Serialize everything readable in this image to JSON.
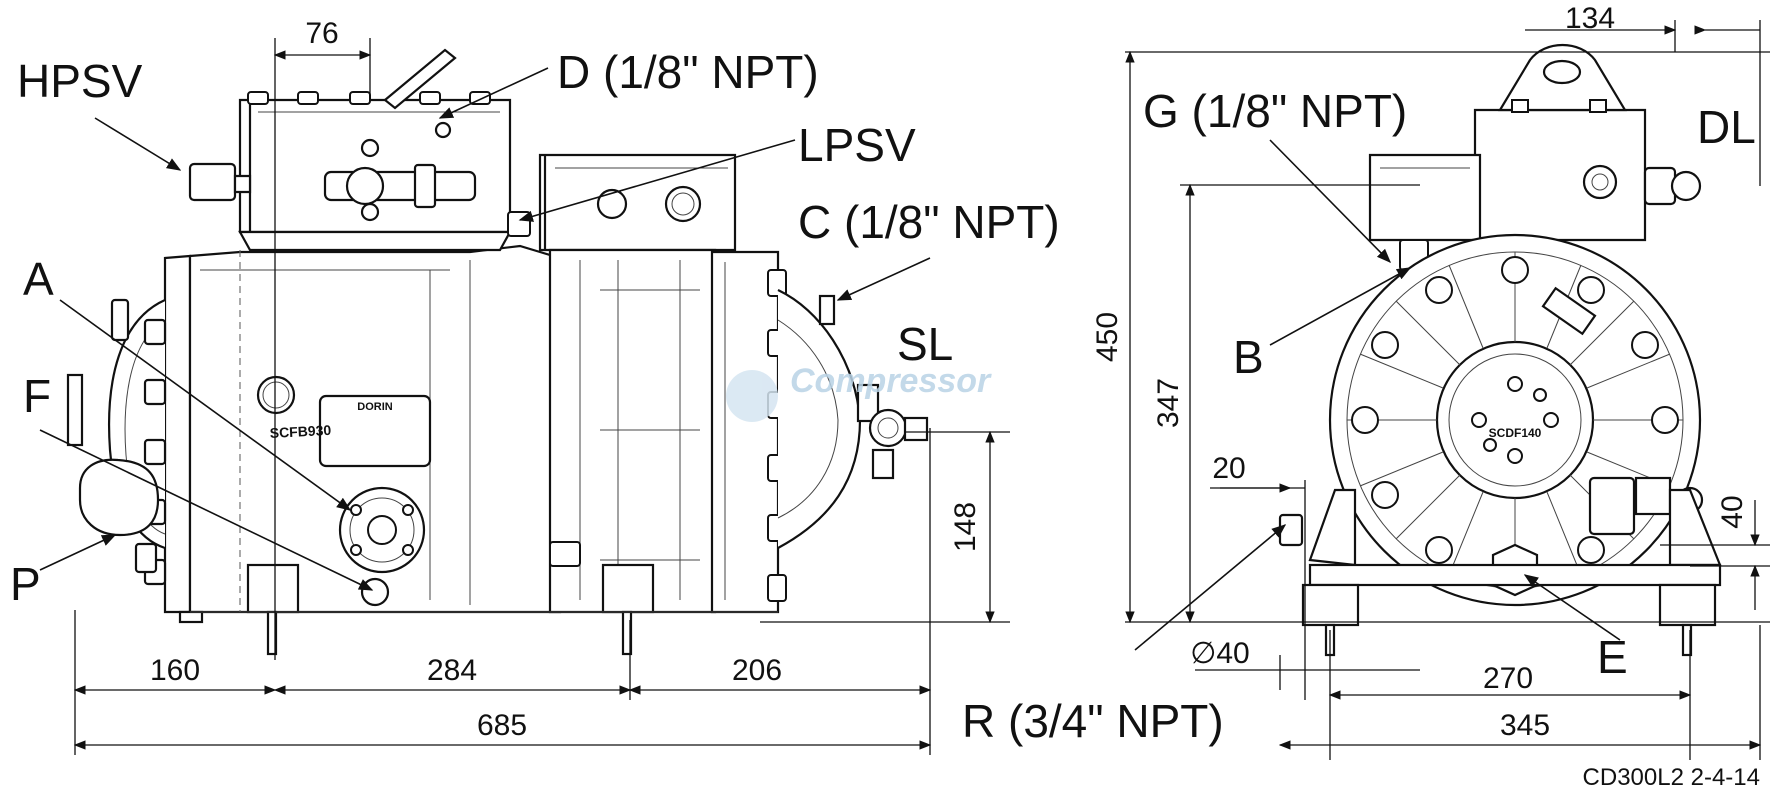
{
  "labels": {
    "hpsv": "HPSV",
    "d_port": "D (1/8\" NPT)",
    "lpsv": "LPSV",
    "c_port": "C (1/8\" NPT)",
    "a": "A",
    "f": "F",
    "p": "P",
    "sl": "SL",
    "g_port": "G (1/8\" NPT)",
    "dl": "DL",
    "b": "B",
    "e": "E",
    "r_port": "R (3/4\" NPT)"
  },
  "dimensions": {
    "top_76": "76",
    "w_160": "160",
    "w_284": "284",
    "w_206": "206",
    "w_685": "685",
    "h_148": "148",
    "top_134": "134",
    "h_450": "450",
    "h_347": "347",
    "d_20": "20",
    "h_40": "40",
    "dia_40": "∅40",
    "w_270": "270",
    "w_345": "345"
  },
  "nameplates": {
    "brand": "DORIN",
    "model_side": "SCFB930",
    "model_end": "SCDF140"
  },
  "watermark": "Compressor",
  "drawing_code": "CD300L2  2-4-14"
}
